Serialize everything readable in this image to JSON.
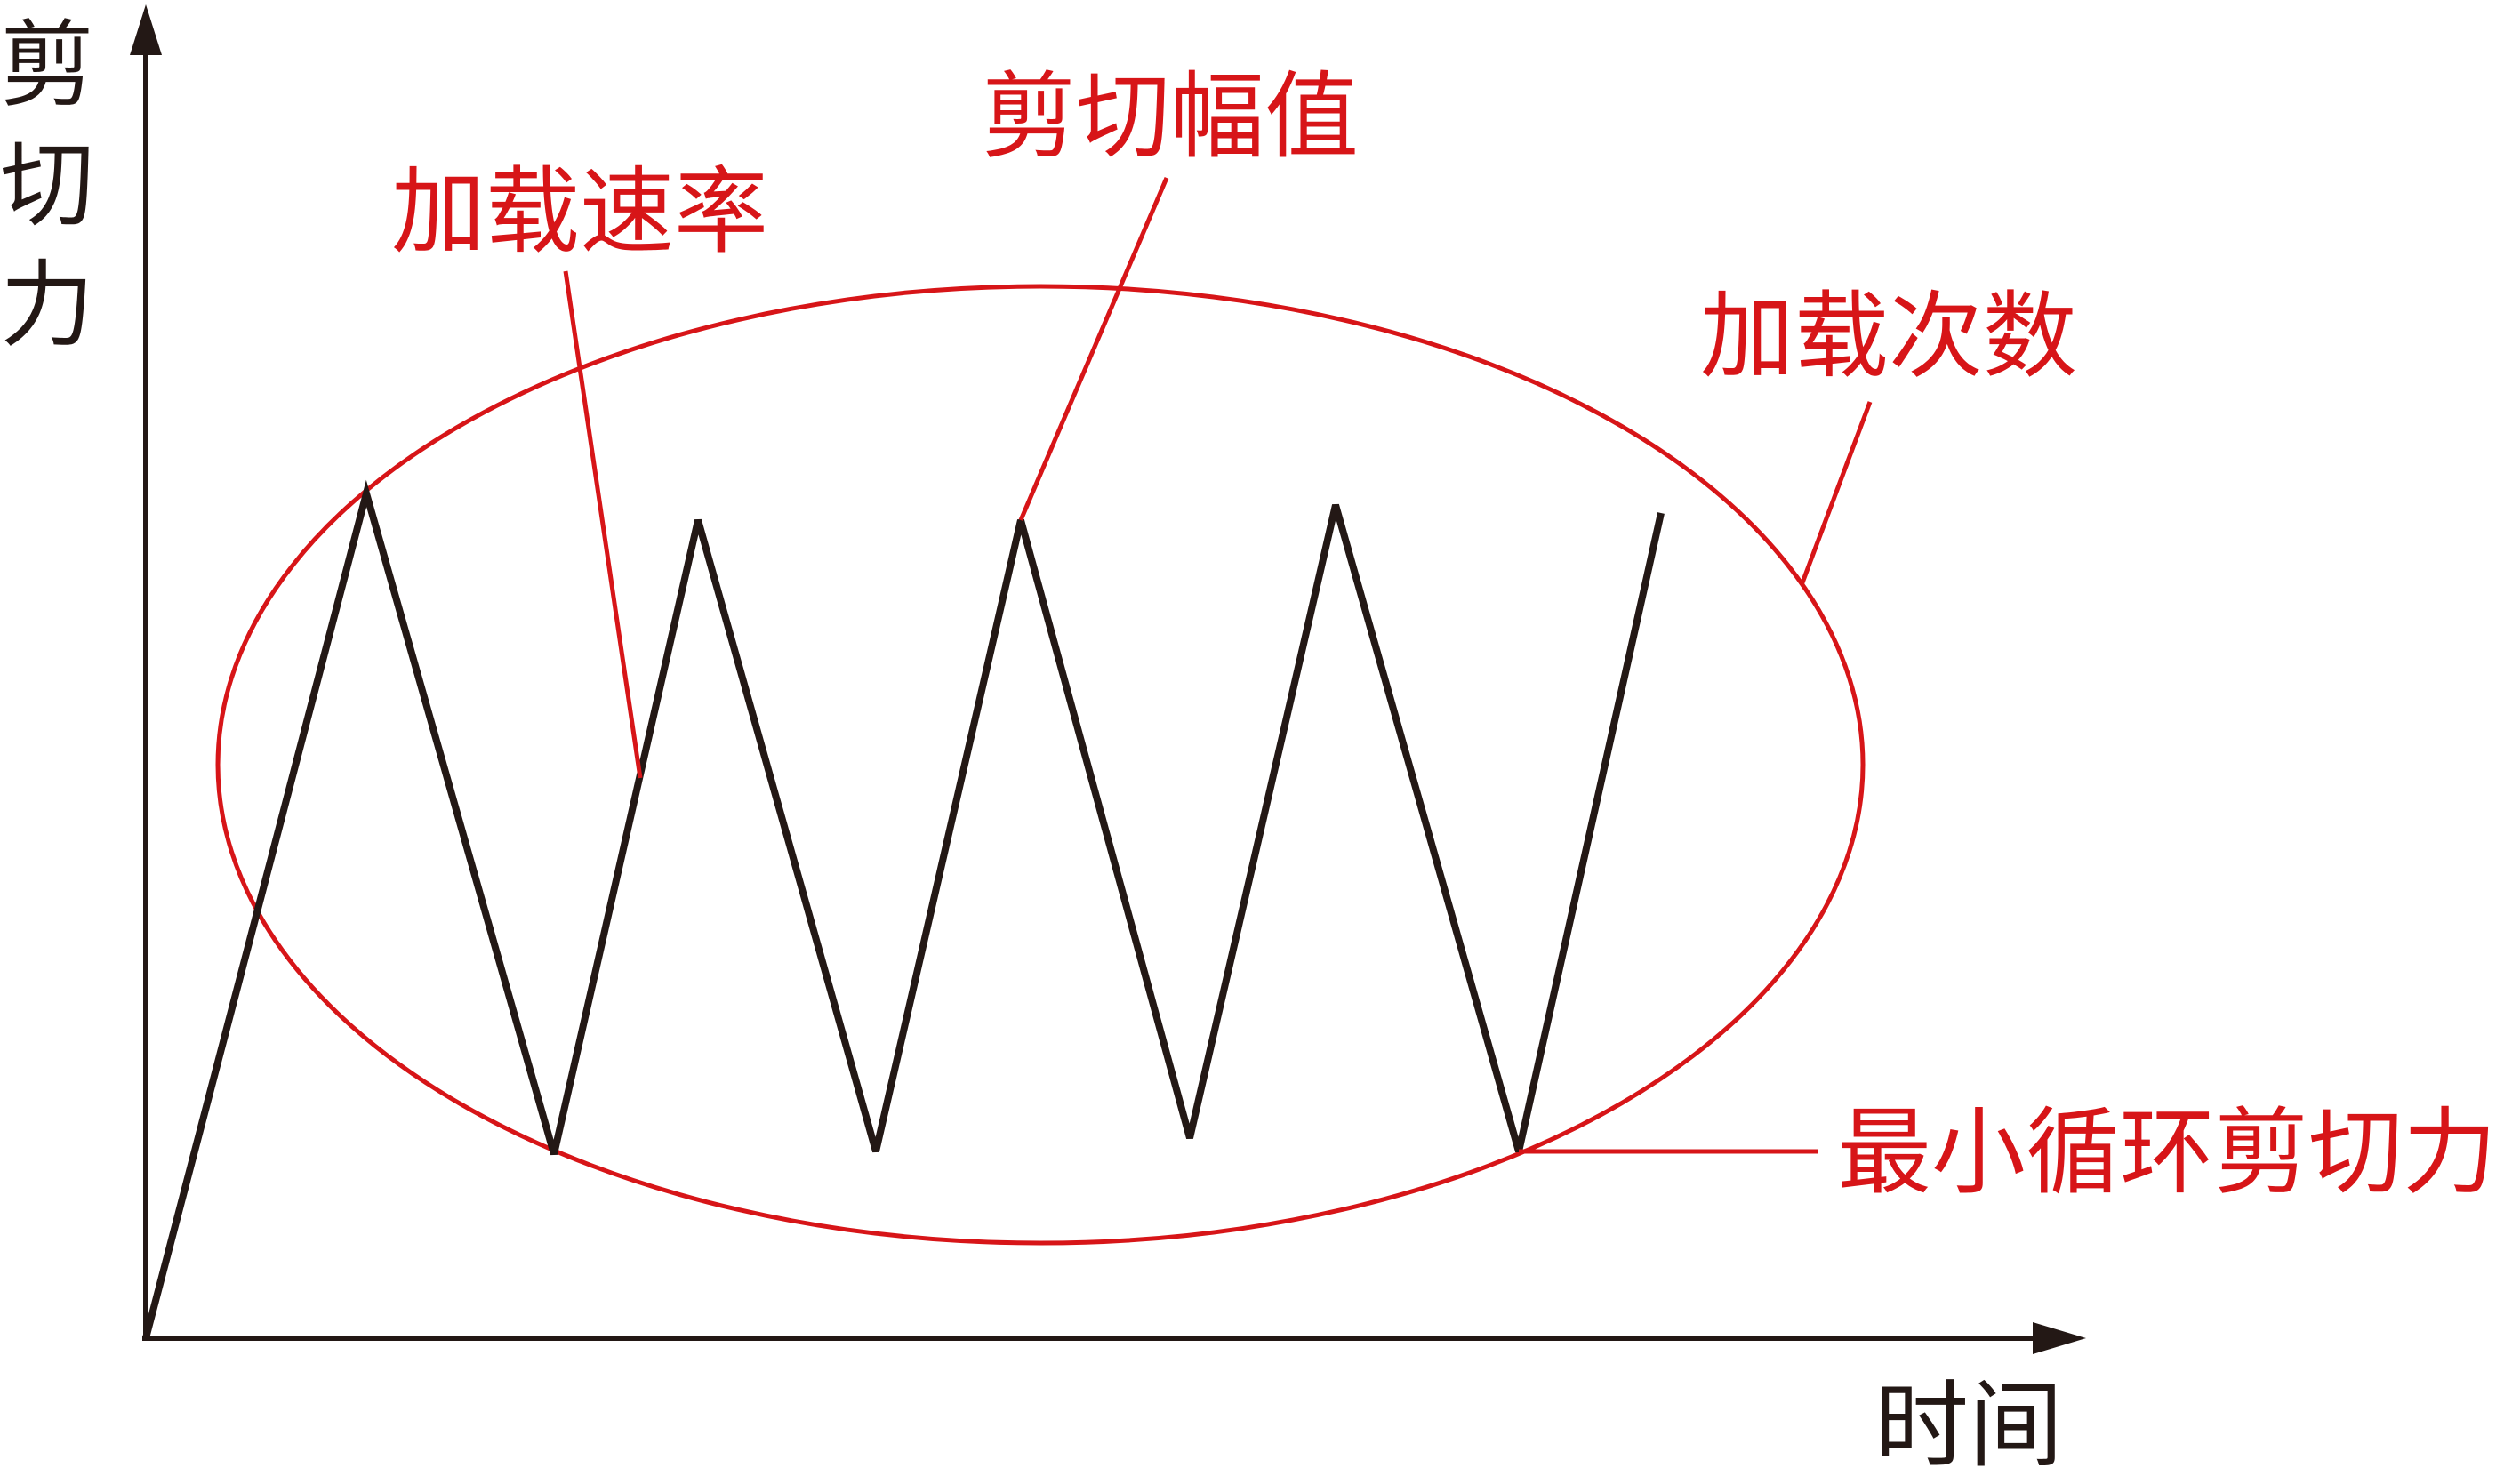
{
  "diagram": {
    "y_axis_label": [
      "剪",
      "切",
      "力"
    ],
    "x_axis_label": "时间",
    "annotations": {
      "loading_rate": "加载速率",
      "shear_amplitude": "剪切幅值",
      "loading_count": "加载次数",
      "min_cyclic_shear": "最小循环剪切力"
    },
    "colors": {
      "axis": "#231815",
      "waveform": "#231815",
      "annotation": "#d71518"
    }
  }
}
